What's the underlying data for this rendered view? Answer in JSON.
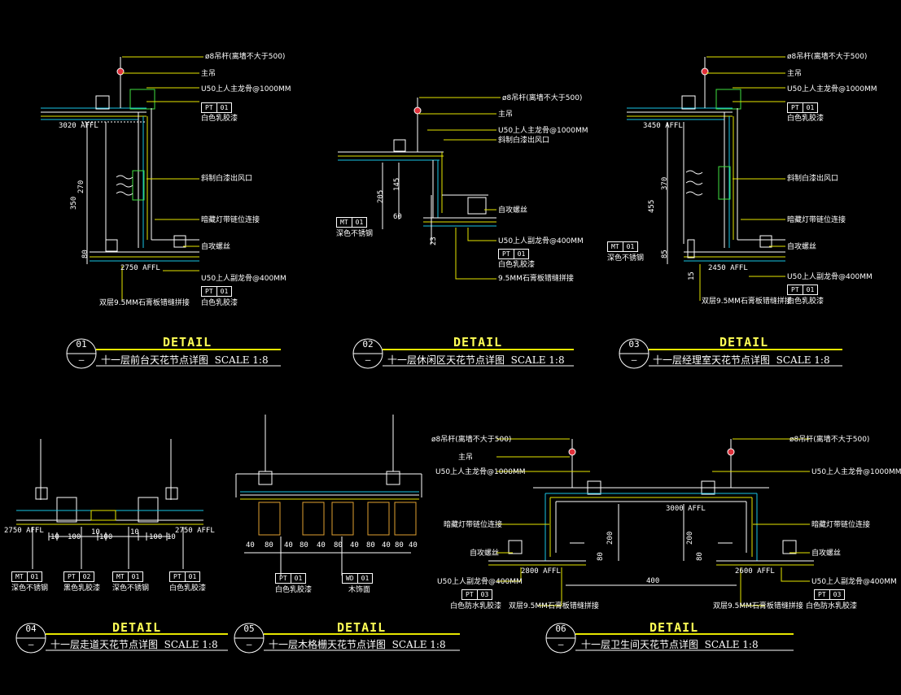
{
  "details": [
    {
      "number": "01",
      "dash": "—",
      "heading": "DETAIL",
      "caption": "十一层前台天花节点详图",
      "scale": "SCALE 1:8",
      "callouts": [
        "ø8吊杆(离墙不大于500)",
        "主吊",
        "U50上人主龙骨@1000MM",
        "斜制白漆出风口",
        "暗藏灯带链位连接",
        "自攻螺丝",
        "U50上人副龙骨@400MM",
        "双层9.5MM石膏板错缝拼接"
      ],
      "tags": [
        {
          "code": "PT",
          "num": "01",
          "text": "白色乳胶漆"
        },
        {
          "code": "PT",
          "num": "01",
          "text": "白色乳胶漆"
        }
      ],
      "levels": [
        "3020 AFFL",
        "2750 AFFL"
      ],
      "dims": [
        "350",
        "270",
        "80"
      ]
    },
    {
      "number": "02",
      "dash": "—",
      "heading": "DETAIL",
      "caption": "十一层休闲区天花节点详图",
      "scale": "SCALE 1:8",
      "callouts": [
        "ø8吊杆(离墙不大于500)",
        "主吊",
        "U50上人主龙骨@1000MM",
        "斜制白漆出风口",
        "自攻螺丝",
        "U50上人副龙骨@400MM",
        "9.5MM石膏板错缝拼接"
      ],
      "tags": [
        {
          "code": "MT",
          "num": "01",
          "text": "深色不锈钢"
        },
        {
          "code": "PT",
          "num": "01",
          "text": "白色乳胶漆"
        }
      ],
      "dims": [
        "205",
        "145",
        "60",
        "23"
      ]
    },
    {
      "number": "03",
      "dash": "—",
      "heading": "DETAIL",
      "caption": "十一层经理室天花节点详图",
      "scale": "SCALE 1:8",
      "callouts": [
        "ø8吊杆(离墙不大于500)",
        "主吊",
        "U50上人主龙骨@1000MM",
        "斜制白漆出风口",
        "暗藏灯带链位连接",
        "自攻螺丝",
        "U50上人副龙骨@400MM",
        "双层9.5MM石膏板错缝拼接"
      ],
      "tags": [
        {
          "code": "PT",
          "num": "01",
          "text": "白色乳胶漆"
        },
        {
          "code": "MT",
          "num": "01",
          "text": "深色不锈钢"
        },
        {
          "code": "PT",
          "num": "01",
          "text": "白色乳胶漆"
        }
      ],
      "levels": [
        "3450 AFFL",
        "2450 AFFL"
      ],
      "dims": [
        "455",
        "370",
        "85",
        "15"
      ]
    },
    {
      "number": "04",
      "dash": "—",
      "heading": "DETAIL",
      "caption": "十一层走道天花节点详图",
      "scale": "SCALE 1:8",
      "tags": [
        {
          "code": "MT",
          "num": "01",
          "text": "深色不锈钢"
        },
        {
          "code": "PT",
          "num": "02",
          "text": "黑色乳胶漆"
        },
        {
          "code": "MT",
          "num": "01",
          "text": "深色不锈钢"
        },
        {
          "code": "PT",
          "num": "01",
          "text": "白色乳胶漆"
        }
      ],
      "levels": [
        "2750 AFFL",
        "2750 AFFL"
      ],
      "dims": [
        "10",
        "100",
        "10",
        "100",
        "10",
        "100",
        "10"
      ]
    },
    {
      "number": "05",
      "dash": "—",
      "heading": "DETAIL",
      "caption": "十一层木格栅天花节点详图",
      "scale": "SCALE 1:8",
      "tags": [
        {
          "code": "PT",
          "num": "01",
          "text": "白色乳胶漆"
        },
        {
          "code": "WD",
          "num": "01",
          "text": "木饰面"
        }
      ],
      "dims": [
        "40",
        "80",
        "40",
        "80",
        "40",
        "80",
        "40",
        "80",
        "40",
        "80",
        "40"
      ]
    },
    {
      "number": "06",
      "dash": "—",
      "heading": "DETAIL",
      "caption": "十一层卫生间天花节点详图",
      "scale": "SCALE 1:8",
      "callouts_left": [
        "ø8吊杆(离墙不大于500)",
        "主吊",
        "U50上人主龙骨@1000MM",
        "暗藏灯带链位连接",
        "自攻螺丝",
        "U50上人副龙骨@400MM",
        "双层9.5MM石膏板错缝拼接"
      ],
      "callouts_right": [
        "ø8吊杆(离墙不大于500)",
        "U50上人主龙骨@1000MM",
        "暗藏灯带链位连接",
        "自攻螺丝",
        "U50上人副龙骨@400MM",
        "双层9.5MM石膏板错缝拼接"
      ],
      "tags": [
        {
          "code": "PT",
          "num": "03",
          "text": "白色防水乳胶漆"
        },
        {
          "code": "PT",
          "num": "03",
          "text": "白色防水乳胶漆"
        }
      ],
      "levels": [
        "3000 AFFL",
        "2800 AFFL",
        "2600 AFFL"
      ],
      "dims": [
        "200",
        "80",
        "200",
        "80",
        "400"
      ]
    }
  ],
  "colors": {
    "background": "#000000",
    "line": "#ffffff",
    "accent": "#ffff55",
    "cyan": "#19c6e6",
    "green": "#3fe03f",
    "red": "#e0303a"
  }
}
